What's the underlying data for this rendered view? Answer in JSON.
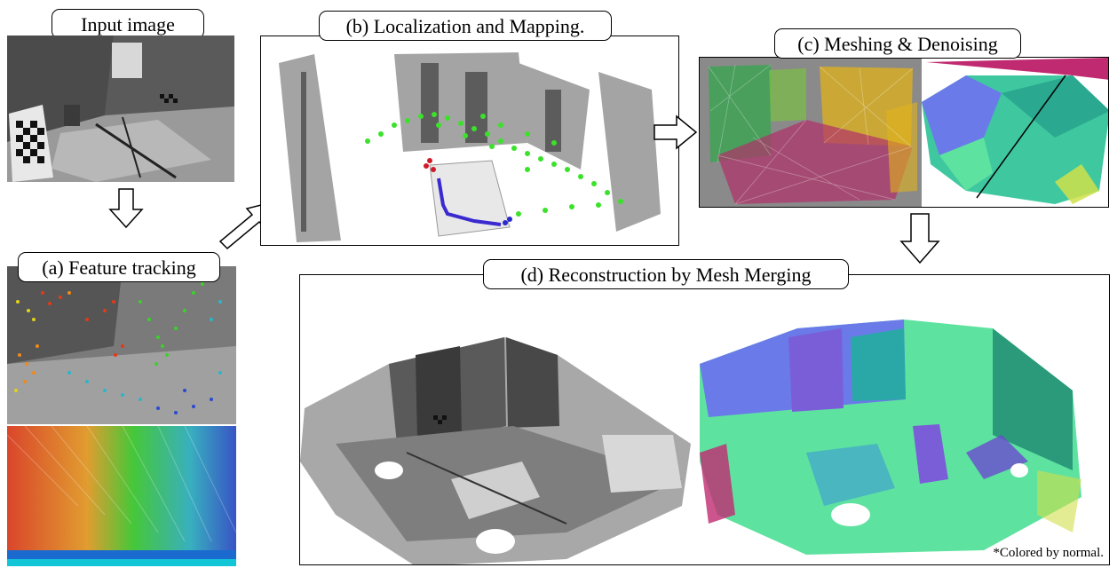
{
  "labels": {
    "input": "Input image",
    "a": "(a) Feature tracking",
    "b": "(b) Localization and Mapping.",
    "c": "(c) Meshing & Denoising",
    "d": "(d) Reconstruction by Mesh Merging"
  },
  "note": "*Colored by normal.",
  "colors": {
    "trajectory": "#3be12a",
    "trajectory_start": "#d01a2a",
    "trajectory_end": "#2a2ad0",
    "mesh_green": "#2fa84a",
    "mesh_yellow": "#e0b21a",
    "mesh_magenta": "#b0306a",
    "normal_green": "#5ee2a0",
    "normal_blue": "#6a7ae8"
  }
}
